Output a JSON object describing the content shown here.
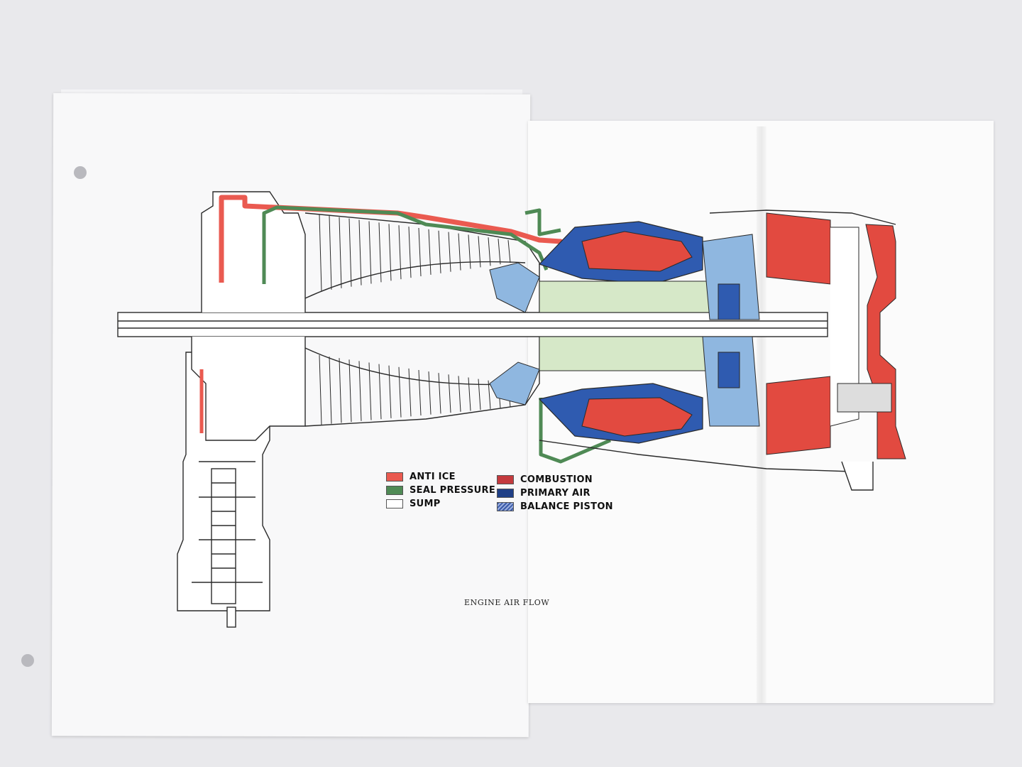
{
  "caption": "ENGINE AIR FLOW",
  "legend": [
    {
      "label": "ANTI ICE",
      "color": "#ea5a50"
    },
    {
      "label": "SEAL PRESSURE",
      "color": "#4f8a55"
    },
    {
      "label": "SUMP",
      "color": "#ffffff"
    },
    {
      "label": "COMBUSTION",
      "color": "#c43a3e"
    },
    {
      "label": "PRIMARY AIR",
      "color": "#1f3f86"
    },
    {
      "label": "BALANCE PISTON",
      "color": "#3a5aa8"
    }
  ],
  "colors": {
    "anti_ice": "#ea5a50",
    "seal_pressure": "#4f8a55",
    "combustion": "#e24a40",
    "primary_air": "#2f5bb0",
    "light_blue": "#8fb7e0",
    "light_green": "#d6e8c8",
    "outline": "#2a2a2a"
  }
}
